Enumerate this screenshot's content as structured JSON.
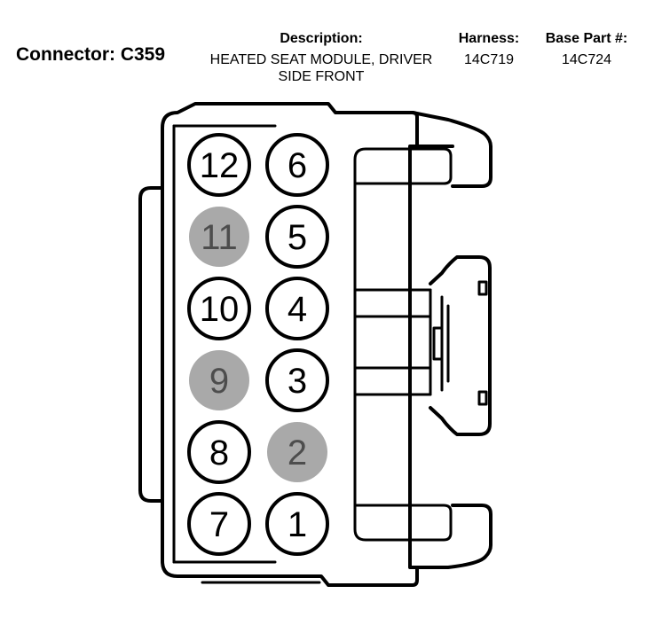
{
  "header": {
    "connector_label": "Connector: C359",
    "description_heading": "Description:",
    "description_value": "HEATED SEAT MODULE, DRIVER SIDE FRONT",
    "harness_heading": "Harness:",
    "harness_value": "14C719",
    "base_part_heading": "Base Part #:",
    "base_part_value": "14C724"
  },
  "pins": [
    {
      "label": "12",
      "populated": true
    },
    {
      "label": "6",
      "populated": true
    },
    {
      "label": "11",
      "populated": false
    },
    {
      "label": "5",
      "populated": true
    },
    {
      "label": "10",
      "populated": true
    },
    {
      "label": "4",
      "populated": true
    },
    {
      "label": "9",
      "populated": false
    },
    {
      "label": "3",
      "populated": true
    },
    {
      "label": "8",
      "populated": true
    },
    {
      "label": "2",
      "populated": false
    },
    {
      "label": "7",
      "populated": true
    },
    {
      "label": "1",
      "populated": true
    }
  ],
  "colors": {
    "populated_fill": "#ffffff",
    "empty_fill": "#a9a9a9",
    "empty_text": "#4d4d4d",
    "line": "#000000"
  }
}
